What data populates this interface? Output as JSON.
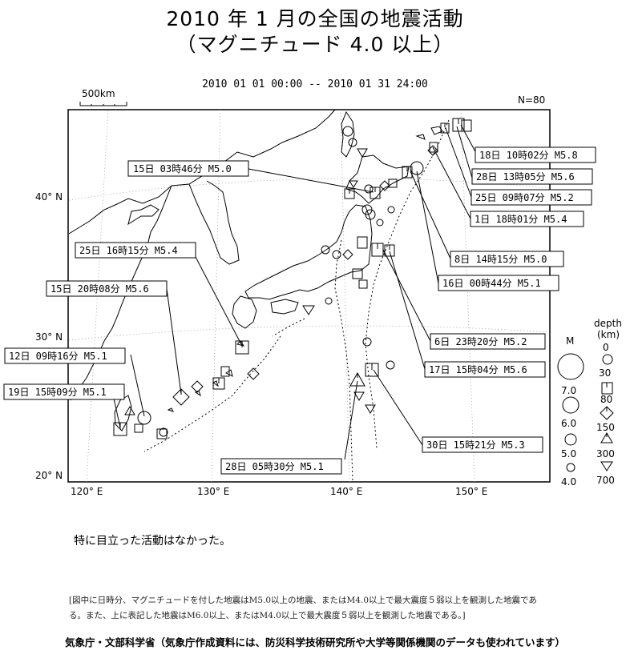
{
  "title_line1": "2010 年 1 月の全国の地震活動",
  "title_line2": "（マグニチュード 4.0 以上）",
  "period": "2010 01 01 00:00 -- 2010 01 31 24:00",
  "scale_label": "500km",
  "event_count": "N=80",
  "lat_labels": [
    "40° N",
    "30° N",
    "20° N"
  ],
  "lon_labels": [
    "120° E",
    "130° E",
    "140° E",
    "150° E"
  ],
  "event_labels": [
    "15日 03時46分 M5.0",
    "25日 16時15分 M5.4",
    "15日 20時08分 M5.6",
    "12日 09時16分 M5.1",
    "19日 15時09分 M5.1",
    "28日 05時30分 M5.1",
    "30日 15時21分 M5.3",
    "17日 15時04分 M5.6",
    "6日 23時20分 M5.2",
    "16日 00時44分 M5.1",
    "8日 14時15分 M5.0",
    "1日 18時01分 M5.4",
    "25日 09時07分 M5.2",
    "28日 13時05分 M5.6",
    "18日 10時02分 M5.8"
  ],
  "legend": {
    "magnitude_title": "M",
    "magnitudes": [
      "7.0",
      "6.0",
      "5.0",
      "4.0"
    ],
    "depth_title": "depth",
    "depth_unit": "(km)",
    "depths": [
      "0",
      "30",
      "80",
      "150",
      "300",
      "700"
    ]
  },
  "remark": "特に目立った活動はなかった。",
  "note_line1": "[図中に日時分、マグニチュードを付した地震はM5.0以上の地震、またはM4.0以上で最大震度５弱以上を観測した地震であ",
  "note_line2": "る。また、上に表記した地震はM6.0以上、またはM4.0以上で最大震度５弱以上を観測した地震である。]",
  "footer": "気象庁・文部科学省（気象庁作成資料には、防災科学技術研究所や大学等関係機関のデータも使われています）"
}
